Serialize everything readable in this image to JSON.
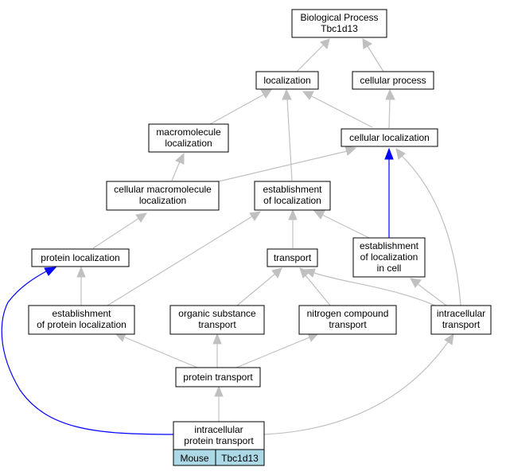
{
  "nodes": {
    "biological_process": [
      "Biological Process",
      "Tbc1d13"
    ],
    "localization": [
      "localization"
    ],
    "cellular_process": [
      "cellular process"
    ],
    "macromolecule_localization": [
      "macromolecule",
      "localization"
    ],
    "cellular_localization": [
      "cellular localization"
    ],
    "cellular_macromolecule_localization": [
      "cellular macromolecule",
      "localization"
    ],
    "establishment_of_localization": [
      "establishment",
      "of localization"
    ],
    "protein_localization": [
      "protein localization"
    ],
    "transport": [
      "transport"
    ],
    "establishment_of_localization_in_cell": [
      "establishment",
      "of localization",
      "in cell"
    ],
    "establishment_of_protein_localization": [
      "establishment",
      "of protein localization"
    ],
    "organic_substance_transport": [
      "organic substance",
      "transport"
    ],
    "nitrogen_compound_transport": [
      "nitrogen compound",
      "transport"
    ],
    "intracellular_transport": [
      "intracellular",
      "transport"
    ],
    "protein_transport": [
      "protein transport"
    ],
    "intracellular_protein_transport": [
      "intracellular",
      "protein transport"
    ]
  },
  "legend": {
    "species": "Mouse",
    "gene": "Tbc1d13"
  },
  "colors": {
    "edge": "#c0c0c0",
    "highlight_edge": "#0000ff",
    "legend_fill": "#add8e6"
  }
}
